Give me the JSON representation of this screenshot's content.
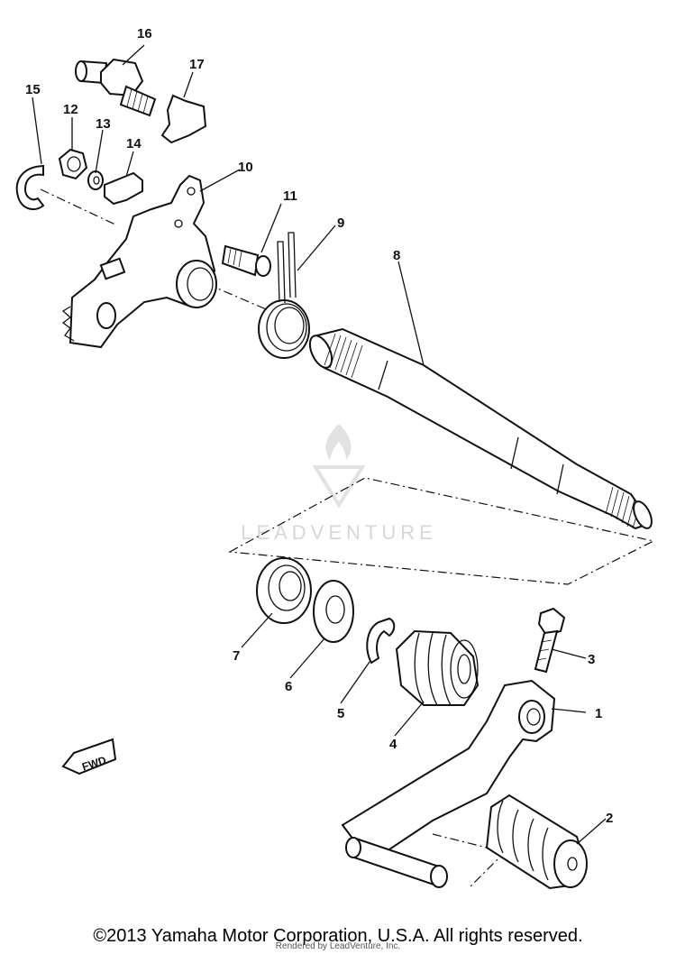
{
  "diagram": {
    "callouts": [
      {
        "id": "p1",
        "label": "1"
      },
      {
        "id": "p2",
        "label": "2"
      },
      {
        "id": "p3",
        "label": "3"
      },
      {
        "id": "p4",
        "label": "4"
      },
      {
        "id": "p5",
        "label": "5"
      },
      {
        "id": "p6",
        "label": "6"
      },
      {
        "id": "p7",
        "label": "7"
      },
      {
        "id": "p8",
        "label": "8"
      },
      {
        "id": "p9",
        "label": "9"
      },
      {
        "id": "p10",
        "label": "10"
      },
      {
        "id": "p11",
        "label": "11"
      },
      {
        "id": "p12",
        "label": "12"
      },
      {
        "id": "p13",
        "label": "13"
      },
      {
        "id": "p14",
        "label": "14"
      },
      {
        "id": "p15",
        "label": "15"
      },
      {
        "id": "p16",
        "label": "16"
      },
      {
        "id": "p17",
        "label": "17"
      }
    ],
    "direction_badge": "FWD"
  },
  "watermark": {
    "text": "LEADVENTURE"
  },
  "footer": {
    "copyright": "©2013 Yamaha Motor Corporation, U.S.A. All rights reserved.",
    "rendered_by": "Rendered by LeadVenture, Inc."
  }
}
